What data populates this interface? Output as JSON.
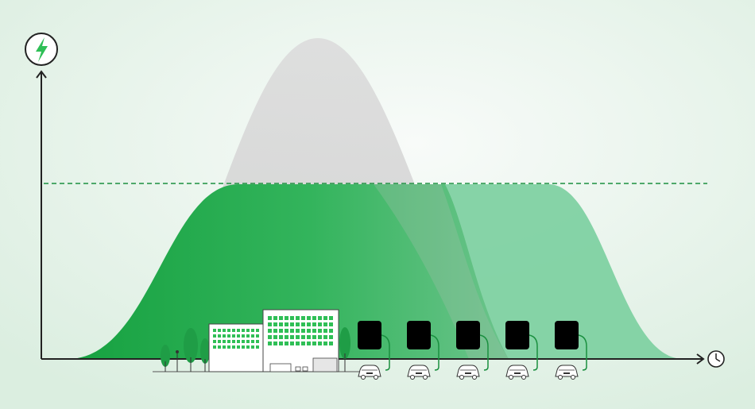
{
  "diagram": {
    "concept": "load-balancing-peak-shaving",
    "axes": {
      "y_icon": "lightning-bolt-icon",
      "x_icon": "clock-icon"
    },
    "threshold_line": {
      "style": "dashed"
    },
    "curves": [
      {
        "name": "unmanaged-peak-demand",
        "color": "#d6d6d6"
      },
      {
        "name": "managed-demand-building",
        "color": "#1ea84a"
      },
      {
        "name": "managed-demand-ev",
        "color": "#7fd1a2"
      }
    ],
    "chargers": {
      "count": 5,
      "color": "#000000",
      "cable_color": "#1a8f3f"
    },
    "colors": {
      "background_left": "#dff0e3",
      "background_center": "#f8fbf9",
      "brand_green": "#3dcd58",
      "axis": "#222222",
      "window_green": "#2fbf56",
      "tree_green": "#1f9d46"
    }
  }
}
